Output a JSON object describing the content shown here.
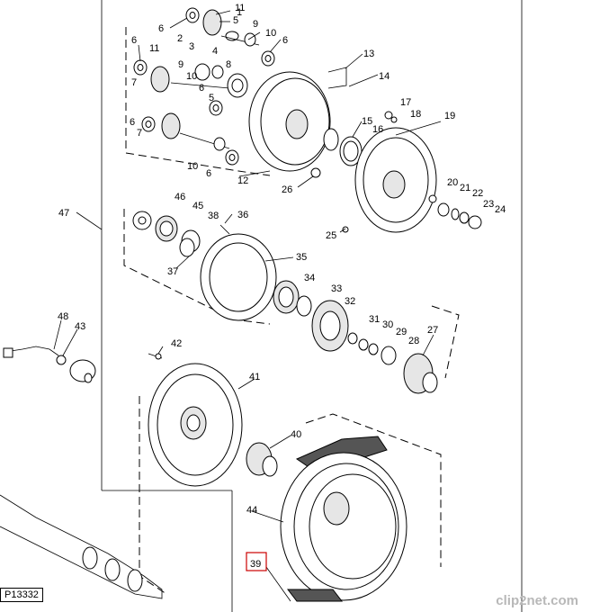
{
  "diagram": {
    "reference_code": "P13332",
    "watermark": "clip2net.com",
    "watermark_parts": [
      "clip",
      "2",
      "net",
      ".com"
    ],
    "part_labels": [
      "6",
      "11",
      "5",
      "9",
      "10",
      "6",
      "11",
      "6",
      "7",
      "9",
      "10",
      "4",
      "8",
      "6",
      "5",
      "7",
      "6",
      "10",
      "6",
      "13",
      "14",
      "17",
      "18",
      "19",
      "15",
      "16",
      "12",
      "26",
      "20",
      "21",
      "22",
      "23",
      "24",
      "25",
      "47",
      "46",
      "45",
      "38",
      "36",
      "37",
      "35",
      "34",
      "33",
      "32",
      "31",
      "30",
      "29",
      "28",
      "27",
      "48",
      "43",
      "42",
      "41",
      "40",
      "44",
      "39",
      "1",
      "2",
      "3"
    ]
  }
}
